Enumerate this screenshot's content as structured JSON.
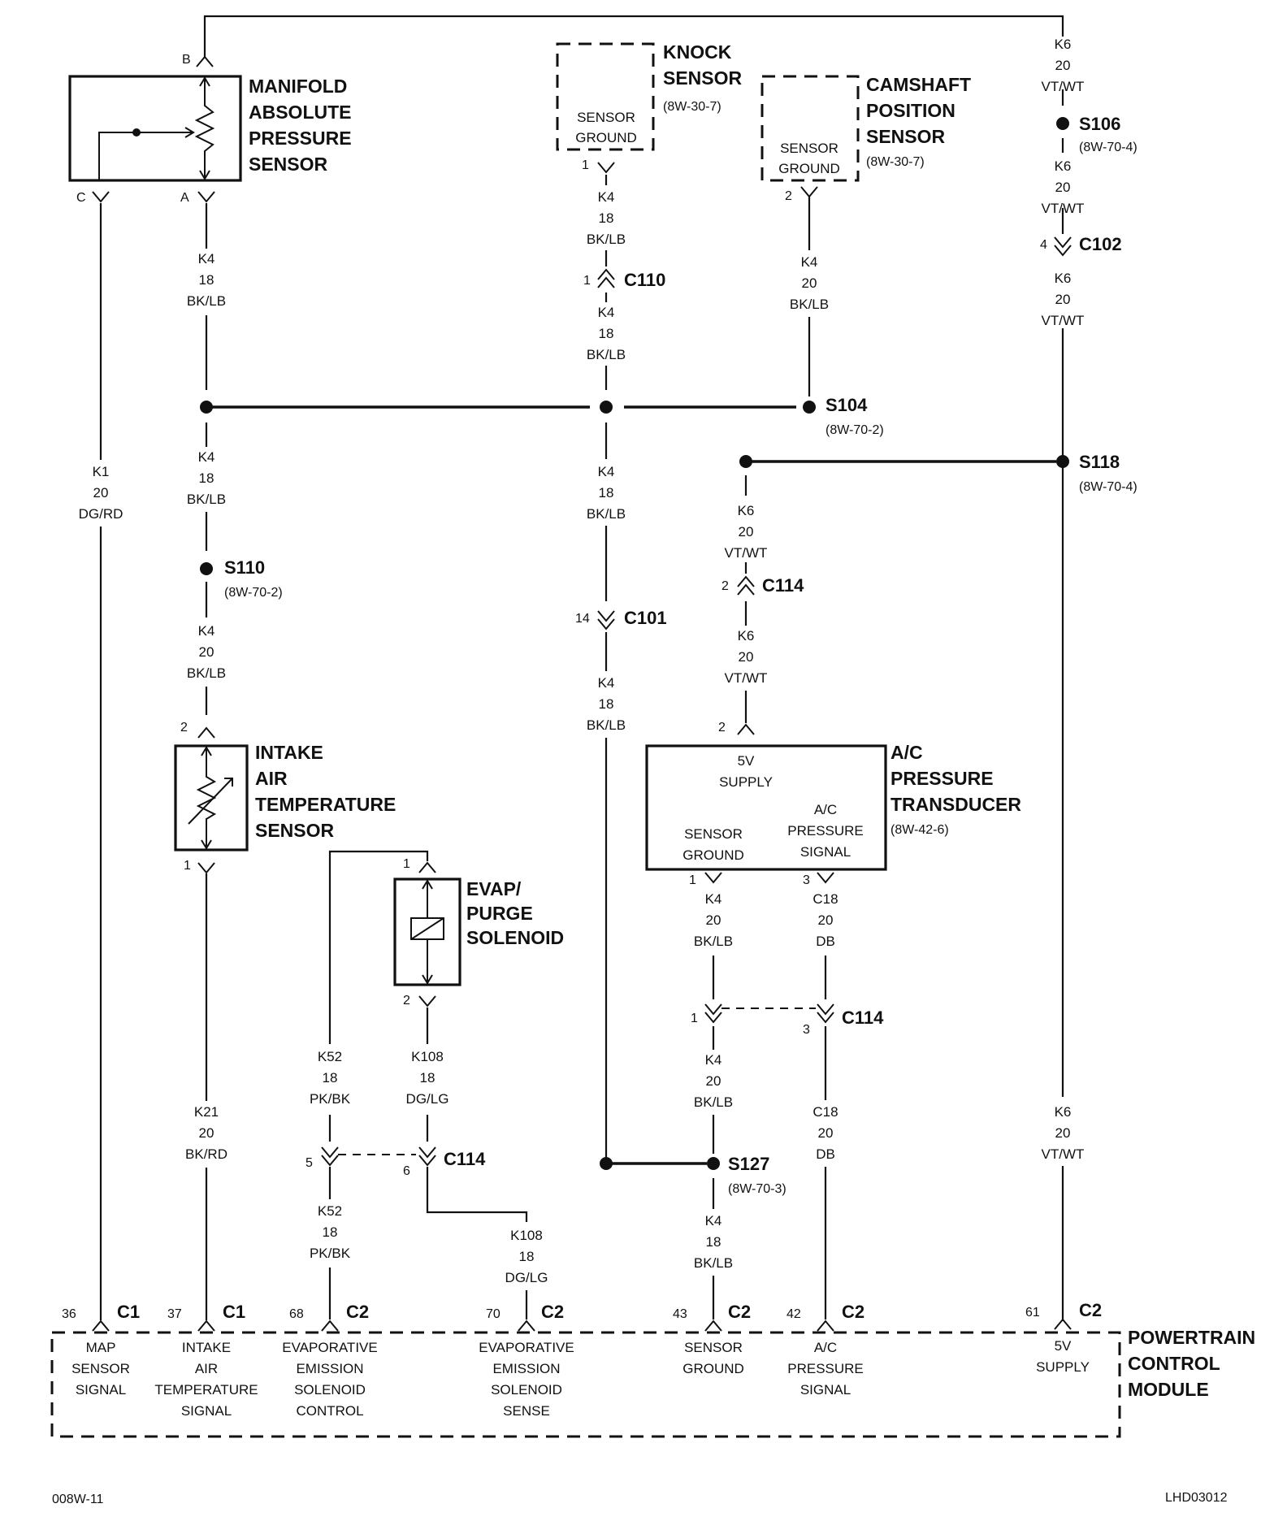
{
  "components": {
    "map_sensor": {
      "title": [
        "MANIFOLD",
        "ABSOLUTE",
        "PRESSURE",
        "SENSOR"
      ],
      "pins": {
        "b": "B",
        "c": "C",
        "a": "A"
      }
    },
    "knock_sensor": {
      "title": [
        "KNOCK",
        "SENSOR"
      ],
      "ref": "(8W-30-7)",
      "inner": [
        "SENSOR",
        "GROUND"
      ],
      "pin": "1"
    },
    "camshaft_sensor": {
      "title": [
        "CAMSHAFT",
        "POSITION",
        "SENSOR"
      ],
      "ref": "(8W-30-7)",
      "inner": [
        "SENSOR",
        "GROUND"
      ],
      "pin": "2"
    },
    "iat_sensor": {
      "title": [
        "INTAKE",
        "AIR",
        "TEMPERATURE",
        "SENSOR"
      ],
      "pin_top": "2",
      "pin_bottom": "1"
    },
    "evap_solenoid": {
      "title": [
        "EVAP/",
        "PURGE",
        "SOLENOID"
      ],
      "pin_top": "1",
      "pin_bottom": "2"
    },
    "ac_transducer": {
      "title": [
        "A/C",
        "PRESSURE",
        "TRANSDUCER"
      ],
      "ref": "(8W-42-6)",
      "supply": [
        "5V",
        "SUPPLY"
      ],
      "ground": [
        "SENSOR",
        "GROUND"
      ],
      "signal": [
        "A/C",
        "PRESSURE",
        "SIGNAL"
      ],
      "pin_supply": "2",
      "pin_ground": "1",
      "pin_signal": "3"
    },
    "pcm": {
      "title": [
        "POWERTRAIN",
        "CONTROL",
        "MODULE"
      ],
      "terminals": [
        {
          "pin": "36",
          "conn": "C1",
          "label": [
            "MAP",
            "SENSOR",
            "SIGNAL"
          ]
        },
        {
          "pin": "37",
          "conn": "C1",
          "label": [
            "INTAKE",
            "AIR",
            "TEMPERATURE",
            "SIGNAL"
          ]
        },
        {
          "pin": "68",
          "conn": "C2",
          "label": [
            "EVAPORATIVE",
            "EMISSION",
            "SOLENOID",
            "CONTROL"
          ]
        },
        {
          "pin": "70",
          "conn": "C2",
          "label": [
            "EVAPORATIVE",
            "EMISSION",
            "SOLENOID",
            "SENSE"
          ]
        },
        {
          "pin": "43",
          "conn": "C2",
          "label": [
            "SENSOR",
            "GROUND"
          ]
        },
        {
          "pin": "42",
          "conn": "C2",
          "label": [
            "A/C",
            "PRESSURE",
            "SIGNAL"
          ]
        },
        {
          "pin": "61",
          "conn": "C2",
          "label": [
            "5V",
            "SUPPLY"
          ]
        }
      ]
    }
  },
  "wires": {
    "map_a_k4": [
      "K4",
      "18",
      "BK/LB"
    ],
    "map_c_k1": [
      "K1",
      "20",
      "DG/RD"
    ],
    "left_k4_mid": [
      "K4",
      "18",
      "BK/LB"
    ],
    "s110_k4_20": [
      "K4",
      "20",
      "BK/LB"
    ],
    "iat_k21": [
      "K21",
      "20",
      "BK/RD"
    ],
    "knock_k4_upper": [
      "K4",
      "18",
      "BK/LB"
    ],
    "knock_k4_lower": [
      "K4",
      "18",
      "BK/LB"
    ],
    "center_k4_mid": [
      "K4",
      "18",
      "BK/LB"
    ],
    "center_k4_low": [
      "K4",
      "18",
      "BK/LB"
    ],
    "cam_k4": [
      "K4",
      "20",
      "BK/LB"
    ],
    "k6_top": [
      "K6",
      "20",
      "VT/WT"
    ],
    "k6_s106": [
      "K6",
      "20",
      "VT/WT"
    ],
    "k6_c102": [
      "K6",
      "20",
      "VT/WT"
    ],
    "k6_right_low": [
      "K6",
      "20",
      "VT/WT"
    ],
    "k6_ac_upper": [
      "K6",
      "20",
      "VT/WT"
    ],
    "k6_ac_lower": [
      "K6",
      "20",
      "VT/WT"
    ],
    "k52_upper": [
      "K52",
      "18",
      "PK/BK"
    ],
    "k52_lower": [
      "K52",
      "18",
      "PK/BK"
    ],
    "k108_upper": [
      "K108",
      "18",
      "DG/LG"
    ],
    "k108_lower": [
      "K108",
      "18",
      "DG/LG"
    ],
    "ac_k4_upper": [
      "K4",
      "20",
      "BK/LB"
    ],
    "ac_k4_mid": [
      "K4",
      "20",
      "BK/LB"
    ],
    "ac_k4_low": [
      "K4",
      "18",
      "BK/LB"
    ],
    "c18_upper": [
      "C18",
      "20",
      "DB"
    ],
    "c18_lower": [
      "C18",
      "20",
      "DB"
    ]
  },
  "splices": {
    "s104": {
      "name": "S104",
      "ref": "(8W-70-2)"
    },
    "s106": {
      "name": "S106",
      "ref": "(8W-70-4)"
    },
    "s110": {
      "name": "S110",
      "ref": "(8W-70-2)"
    },
    "s118": {
      "name": "S118",
      "ref": "(8W-70-4)"
    },
    "s127": {
      "name": "S127",
      "ref": "(8W-70-3)"
    }
  },
  "connectors": {
    "c110": {
      "name": "C110",
      "pin": "1"
    },
    "c101": {
      "name": "C101",
      "pin": "14"
    },
    "c102": {
      "name": "C102",
      "pin": "4"
    },
    "c114_ac_supply": {
      "name": "C114",
      "pin": "2"
    },
    "c114_ground": {
      "pin": "1"
    },
    "c114_signal": {
      "name": "C114",
      "pin": "3"
    },
    "c114_k52": {
      "pin": "5"
    },
    "c114_k108": {
      "name": "C114",
      "pin": "6"
    }
  },
  "footer": {
    "left": "008W-11",
    "right": "LHD03012"
  }
}
